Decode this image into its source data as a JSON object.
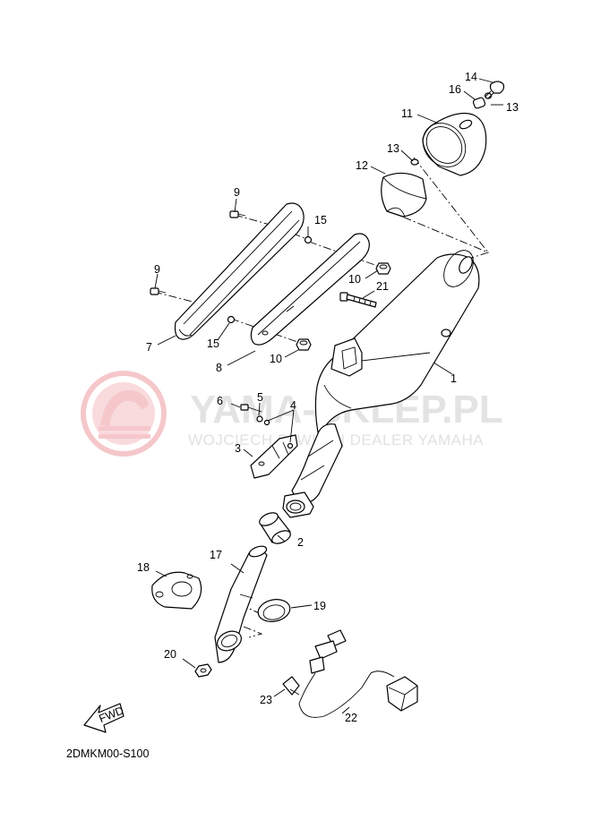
{
  "diagram_code": "2DMKM00-S100",
  "fwd_label": "FWD",
  "watermark": {
    "title": "YAMA-SKLEP.PL",
    "subtitle": "WOJCIECH PAWLIK | DEALER YAMAHA",
    "logo_color": "#f5c2c6"
  },
  "callouts": {
    "c1": "1",
    "c2": "2",
    "c3": "3",
    "c4": "4",
    "c5": "5",
    "c6": "6",
    "c7": "7",
    "c8": "8",
    "c9a": "9",
    "c9b": "9",
    "c10a": "10",
    "c10b": "10",
    "c11": "11",
    "c12": "12",
    "c13a": "13",
    "c13b": "13",
    "c14": "14",
    "c15a": "15",
    "c15b": "15",
    "c16": "16",
    "c17": "17",
    "c18": "18",
    "c19": "19",
    "c20": "20",
    "c21": "21",
    "c22": "22",
    "c23": "23"
  }
}
